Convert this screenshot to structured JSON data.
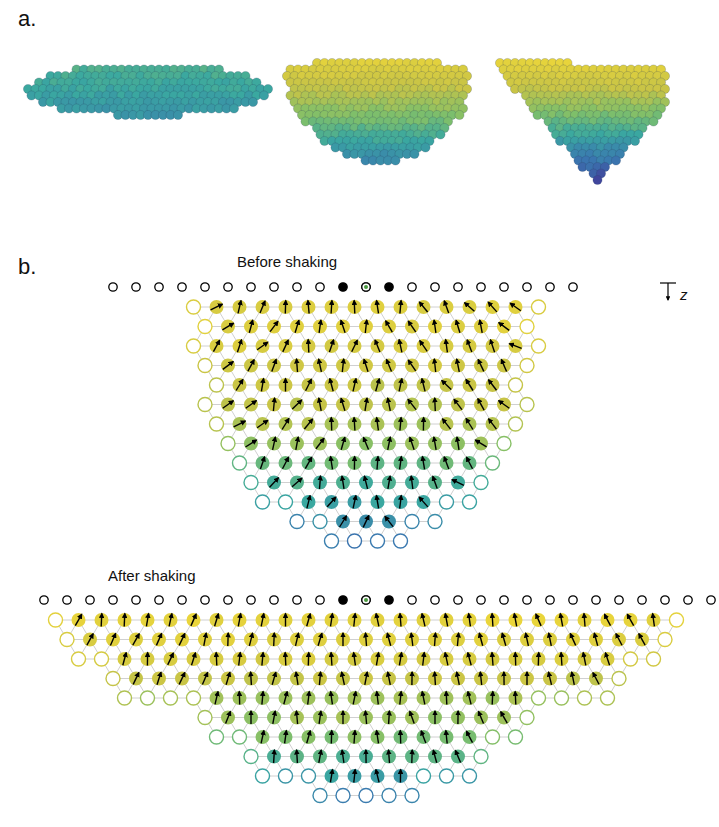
{
  "diagram": {
    "labels": [
      "a.",
      "b.",
      "Before shaking",
      "z",
      "After shaking"
    ]
  }
}
